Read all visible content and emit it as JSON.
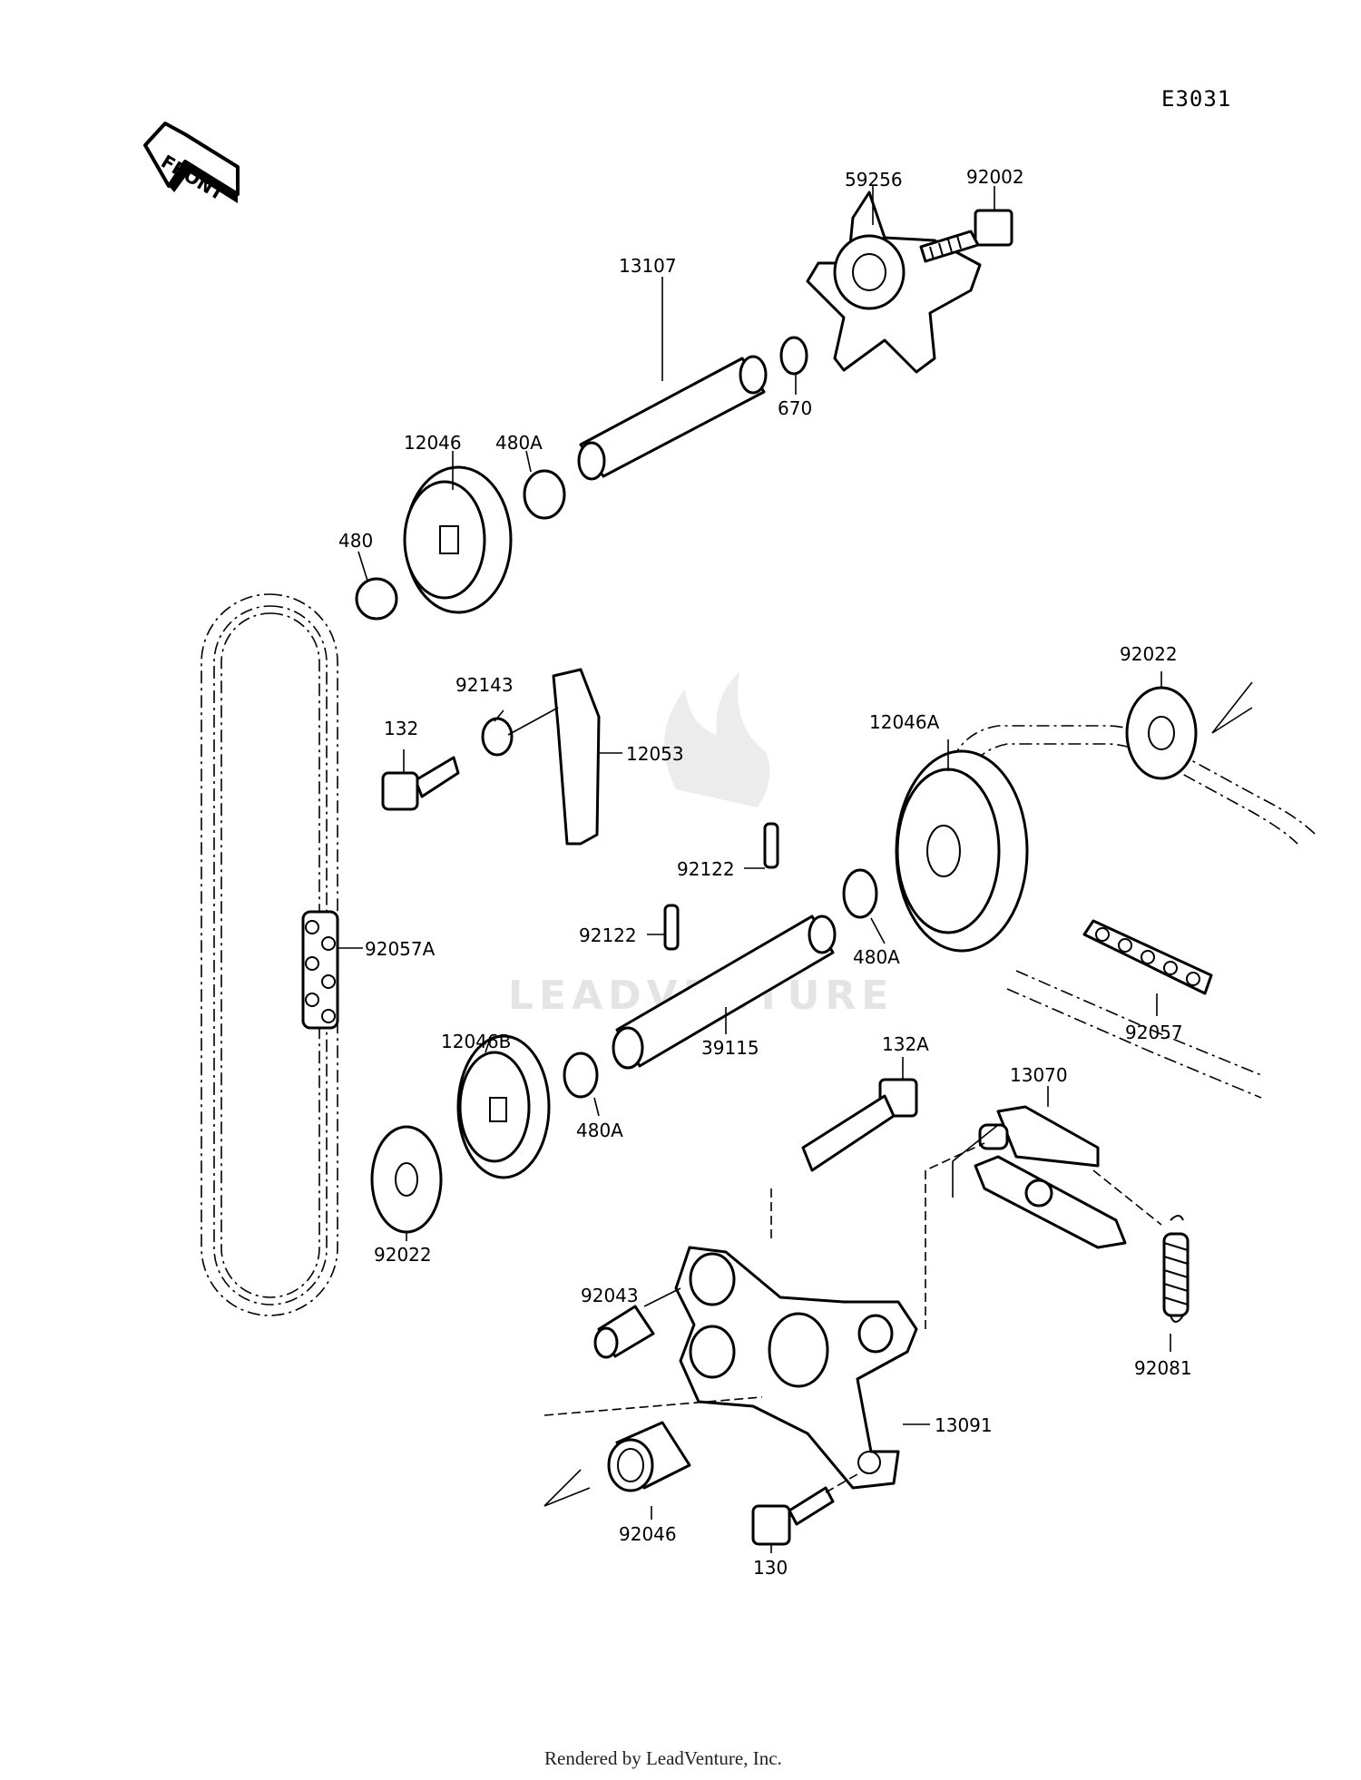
{
  "diagram_code": "E3031",
  "front_label": "FRONT",
  "watermark": "LEADVENTURE",
  "footer": "Rendered by LeadVenture, Inc.",
  "parts": {
    "p59256": "59256",
    "p92002": "92002",
    "p13107": "13107",
    "p670": "670",
    "p12046": "12046",
    "p480A_top": "480A",
    "p480": "480",
    "p92143": "92143",
    "p132": "132",
    "p12053": "12053",
    "p92022_right": "92022",
    "p12046A": "12046A",
    "p92122_upper": "92122",
    "p92122_lower": "92122",
    "p92057A": "92057A",
    "p480A_mid": "480A",
    "p39115": "39115",
    "p92057": "92057",
    "p12046B": "12046B",
    "p480A_low": "480A",
    "p132A": "132A",
    "p13070": "13070",
    "p92022_left": "92022",
    "p92043": "92043",
    "p92081": "92081",
    "p13091": "13091",
    "p92046": "92046",
    "p130": "130"
  }
}
